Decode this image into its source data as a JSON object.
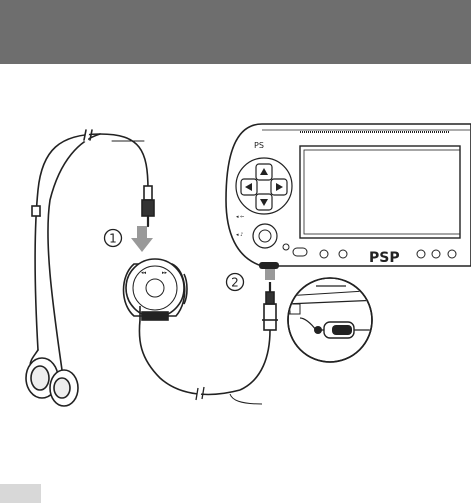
{
  "header": {
    "title": "",
    "background": "#6e6e6e"
  },
  "steps": [
    {
      "number": "1"
    },
    {
      "number": "2"
    }
  ],
  "device": {
    "logo_text": "PSP"
  },
  "icons": [
    "earphones-icon",
    "remote-control-icon",
    "psp-console-icon",
    "arrow-down-icon",
    "arrow-up-icon",
    "headphone-jack-icon",
    "plug-icon"
  ],
  "colors": {
    "line": "#222222",
    "fill_light": "#f2f2f2",
    "tab": "#d8d8d8"
  }
}
